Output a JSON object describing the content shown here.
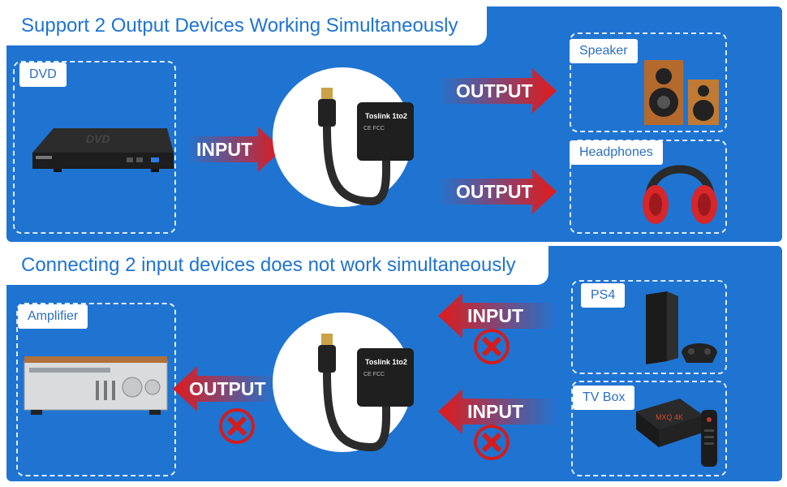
{
  "top": {
    "title": "Support 2 Output Devices Working Simultaneously",
    "source_label": "DVD",
    "input_arrow": "INPUT",
    "output_arrow_1": "OUTPUT",
    "output_arrow_2": "OUTPUT",
    "device_1_label": "Speaker",
    "device_2_label": "Headphones",
    "splitter_label": "Toslink 1to2"
  },
  "bottom": {
    "title": "Connecting 2 input devices does not work simultaneously",
    "target_label": "Amplifier",
    "output_arrow": "OUTPUT",
    "input_arrow_1": "INPUT",
    "input_arrow_2": "INPUT",
    "device_1_label": "PS4",
    "device_2_label": "TV Box",
    "splitter_label": "Toslink 1to2"
  },
  "colors": {
    "panel": "#1f74d1",
    "arrow_red": "#e21a1a",
    "cross_red": "#d41c1c"
  },
  "icons": [
    "dvd-player-icon",
    "splitter-cable-icon",
    "speaker-icon",
    "headphones-icon",
    "amplifier-icon",
    "ps4-console-icon",
    "tv-box-icon",
    "cross-icon"
  ]
}
